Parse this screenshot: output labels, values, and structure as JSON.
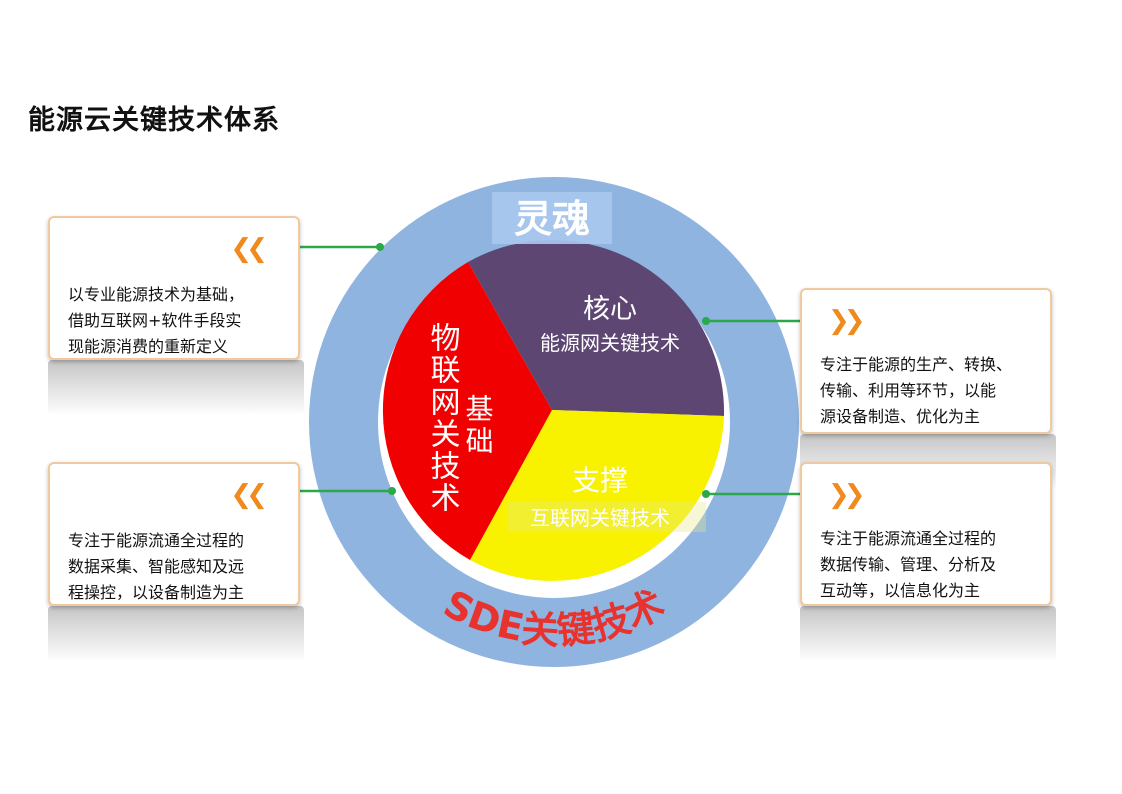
{
  "title": "能源云关键技术体系",
  "diagram": {
    "soul_label": "灵魂",
    "ring_label": "SDE关键技术",
    "core": {
      "title": "核心",
      "subtitle": "能源网关键技术"
    },
    "foundation": {
      "title": "基础",
      "vertical": "物联网关技术"
    },
    "support": {
      "title": "支撑",
      "subtitle": "互联网关键技术"
    }
  },
  "cards": {
    "top_left": {
      "lines": [
        "以专业能源技术为基础，",
        "借助互联网+软件手段实",
        "现能源消费的重新定义"
      ]
    },
    "bottom_left": {
      "lines": [
        "专注于能源流通全过程的",
        "数据采集、智能感知及远",
        "程操控，以设备制造为主"
      ]
    },
    "top_right": {
      "lines": [
        "专注于能源的生产、转换、",
        "传输、利用等环节，以能",
        "源设备制造、优化为主"
      ]
    },
    "bottom_right": {
      "lines": [
        "专注于能源流通全过程的",
        "数据传输、管理、分析及",
        "互动等，以信息化为主"
      ]
    }
  },
  "colors": {
    "ring": "#8fb4e0",
    "core": "#5e4673",
    "foundation": "#f00000",
    "support": "#f8f200",
    "connector": "#2aa84a",
    "chevron": "#f08a1c"
  },
  "icons": {
    "left_cards": "double-chevron-left-icon",
    "right_cards": "double-chevron-right-icon"
  }
}
